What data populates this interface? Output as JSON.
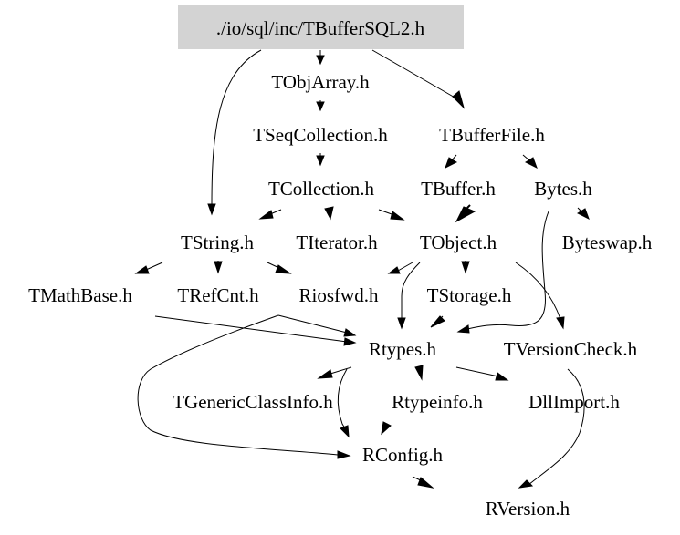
{
  "graph": {
    "title": "./io/sql/inc/TBufferSQL2.h",
    "root_fill": "#d3d3d3",
    "nodes": [
      {
        "id": "root",
        "label": "./io/sql/inc/TBufferSQL2.h"
      },
      {
        "id": "tobjarray",
        "label": "TObjArray.h"
      },
      {
        "id": "tseqcollection",
        "label": "TSeqCollection.h"
      },
      {
        "id": "tbufferfile",
        "label": "TBufferFile.h"
      },
      {
        "id": "tcollection",
        "label": "TCollection.h"
      },
      {
        "id": "tbuffer",
        "label": "TBuffer.h"
      },
      {
        "id": "bytes",
        "label": "Bytes.h"
      },
      {
        "id": "tstring",
        "label": "TString.h"
      },
      {
        "id": "titerator",
        "label": "TIterator.h"
      },
      {
        "id": "tobject",
        "label": "TObject.h"
      },
      {
        "id": "byteswap",
        "label": "Byteswap.h"
      },
      {
        "id": "tmathbase",
        "label": "TMathBase.h"
      },
      {
        "id": "trefcnt",
        "label": "TRefCnt.h"
      },
      {
        "id": "riosfwd",
        "label": "Riosfwd.h"
      },
      {
        "id": "tstorage",
        "label": "TStorage.h"
      },
      {
        "id": "rtypes",
        "label": "Rtypes.h"
      },
      {
        "id": "tversioncheck",
        "label": "TVersionCheck.h"
      },
      {
        "id": "tgenericclassinfo",
        "label": "TGenericClassInfo.h"
      },
      {
        "id": "rtypeinfo",
        "label": "Rtypeinfo.h"
      },
      {
        "id": "dllimport",
        "label": "DllImport.h"
      },
      {
        "id": "rconfig",
        "label": "RConfig.h"
      },
      {
        "id": "rversion",
        "label": "RVersion.h"
      }
    ],
    "edges": [
      {
        "from": "root",
        "to": "tobjarray"
      },
      {
        "from": "root",
        "to": "tstring"
      },
      {
        "from": "root",
        "to": "tbufferfile"
      },
      {
        "from": "tobjarray",
        "to": "tseqcollection"
      },
      {
        "from": "tseqcollection",
        "to": "tcollection"
      },
      {
        "from": "tbufferfile",
        "to": "tbuffer"
      },
      {
        "from": "tbufferfile",
        "to": "bytes"
      },
      {
        "from": "tcollection",
        "to": "tstring"
      },
      {
        "from": "tcollection",
        "to": "titerator"
      },
      {
        "from": "tcollection",
        "to": "tobject"
      },
      {
        "from": "tbuffer",
        "to": "tobject"
      },
      {
        "from": "bytes",
        "to": "byteswap"
      },
      {
        "from": "bytes",
        "to": "rtypes"
      },
      {
        "from": "tstring",
        "to": "tmathbase"
      },
      {
        "from": "tstring",
        "to": "trefcnt"
      },
      {
        "from": "tstring",
        "to": "riosfwd"
      },
      {
        "from": "tobject",
        "to": "riosfwd"
      },
      {
        "from": "tobject",
        "to": "rtypes"
      },
      {
        "from": "tobject",
        "to": "tstorage"
      },
      {
        "from": "tobject",
        "to": "tversioncheck"
      },
      {
        "from": "tmathbase",
        "to": "rtypes"
      },
      {
        "from": "riosfwd",
        "to": "rtypes"
      },
      {
        "from": "riosfwd",
        "to": "rconfig"
      },
      {
        "from": "tstorage",
        "to": "rtypes"
      },
      {
        "from": "rtypes",
        "to": "tgenericclassinfo"
      },
      {
        "from": "rtypes",
        "to": "rtypeinfo"
      },
      {
        "from": "rtypes",
        "to": "dllimport"
      },
      {
        "from": "rtypes",
        "to": "rconfig"
      },
      {
        "from": "rtypeinfo",
        "to": "rconfig"
      },
      {
        "from": "tversioncheck",
        "to": "rversion"
      },
      {
        "from": "rconfig",
        "to": "rversion"
      }
    ]
  }
}
